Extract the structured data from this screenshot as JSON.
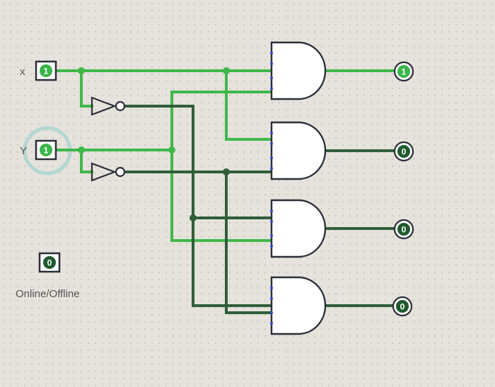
{
  "inputs": [
    {
      "label": "x",
      "value": "1"
    },
    {
      "label": "Y",
      "value": "1"
    }
  ],
  "outputs": [
    "1",
    "0",
    "0",
    "0"
  ],
  "extra_input": {
    "value": "0",
    "label": "Online/Offline"
  },
  "colors": {
    "wire_on": "#3fb84a",
    "wire_off": "#2f5e3a",
    "gate_stroke": "#2b2f3a",
    "gate_fill": "#ffffff",
    "pin_on": "#39b54a",
    "pin_off": "#1f5a2e",
    "input_pin": "#2f49c8",
    "highlight": "#a8d5cf",
    "background": "#e6e2dc",
    "grid_dot": "#bdb7ae"
  }
}
